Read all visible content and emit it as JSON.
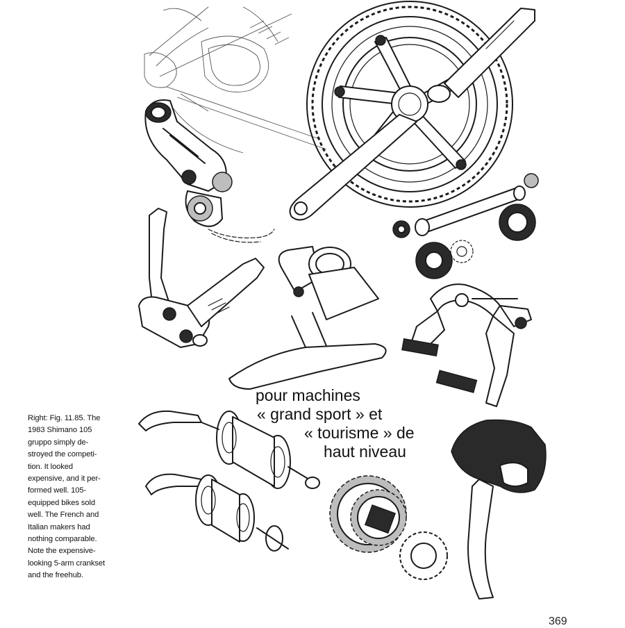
{
  "caption": {
    "lines": [
      "Right: Fig. 11.85. The",
      "1983 Shimano 105",
      "gruppo simply de-",
      "stroyed the competi-",
      "tion. It looked",
      "expensive, and it per-",
      "formed well. 105-",
      "equipped bikes sold",
      "well. The French and",
      "Italian makers had",
      "nothing comparable.",
      "Note the expensive-",
      "looking 5-arm crankset",
      "and the freehub."
    ]
  },
  "slogan": {
    "lines": [
      "pour machines",
      "« grand sport » et",
      "« tourisme » de",
      "haut niveau"
    ]
  },
  "page_number": "369",
  "illustration": {
    "components": [
      "frame-sketch",
      "crankset",
      "rear-derailleur",
      "shift-levers",
      "bottom-bracket",
      "front-derailleur",
      "caliper-brake",
      "front-hub",
      "rear-hub",
      "freewheel-cassette",
      "brake-lever"
    ],
    "ink_color": "#1a1a1a"
  }
}
